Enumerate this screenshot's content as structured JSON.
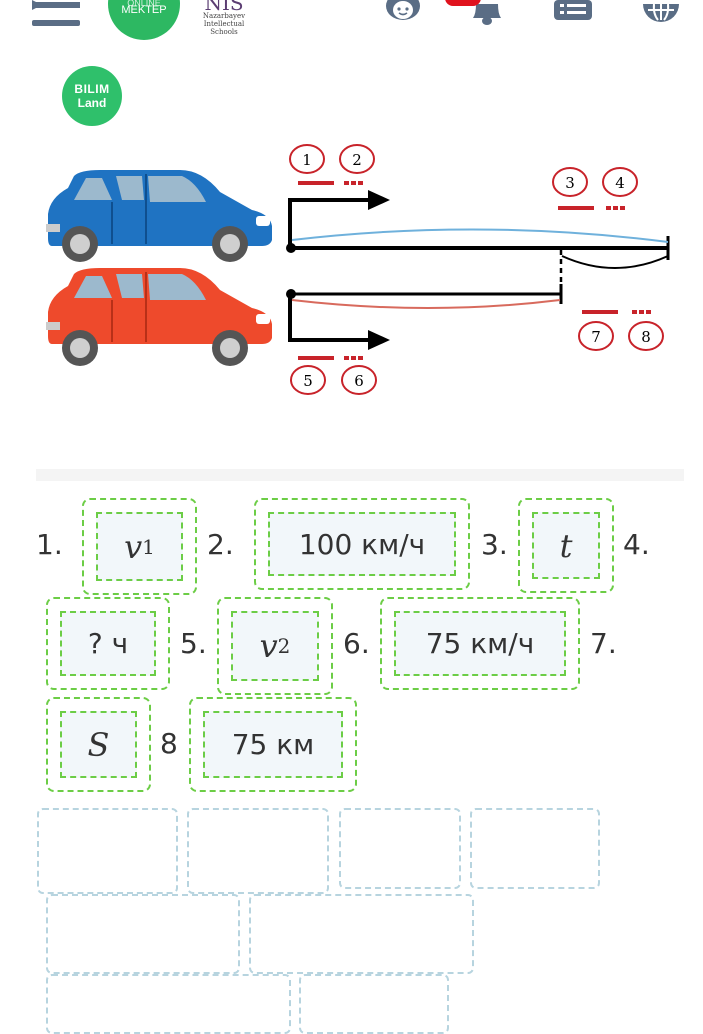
{
  "header": {
    "online_mektep_logo": {
      "line1": "ONLINE",
      "line2": "MEKTEP"
    },
    "nis_logo": {
      "mark": "NIS",
      "line1": "Nazarbayev",
      "line2": "Intellectual",
      "line3": "Schools"
    },
    "icons": [
      "menu-icon",
      "profile-icon",
      "bell-icon",
      "list-icon",
      "globe-icon"
    ]
  },
  "bilim_logo": {
    "line1": "BILIM",
    "line2": "Land"
  },
  "diagram": {
    "markers": [
      "1",
      "2",
      "3",
      "4",
      "5",
      "6",
      "7",
      "8"
    ],
    "colors": {
      "blue_car": "#1f73c2",
      "red_car": "#ee4a2c",
      "marker_red": "#c8232a",
      "blue_arc": "#6fb1dc",
      "red_arc": "#d86a5d"
    }
  },
  "answers": [
    {
      "label": "1.",
      "value": "v",
      "sub": "1",
      "math": true
    },
    {
      "label": "2.",
      "value": "100 км/ч",
      "math": false
    },
    {
      "label": "3.",
      "value": "t",
      "math": true
    },
    {
      "label": "4.",
      "value": "? ч",
      "math": false
    },
    {
      "label": "5.",
      "value": "v",
      "sub": "2",
      "math": true
    },
    {
      "label": "6.",
      "value": "75 км/ч",
      "math": false
    },
    {
      "label": "7.",
      "value": "S",
      "math": true
    },
    {
      "label": "8",
      "value": "75 км",
      "math": false
    }
  ],
  "accent_color": "#6ccd46",
  "slot_color": "#b7d4df"
}
